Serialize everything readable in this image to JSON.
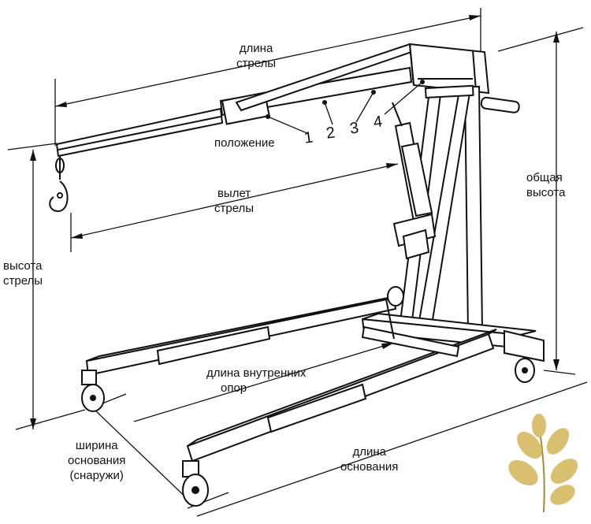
{
  "labels": {
    "boom_length": [
      "длина",
      "стрелы"
    ],
    "position": "положение",
    "positions": [
      "1",
      "2",
      "3",
      "4"
    ],
    "reach": [
      "вылет",
      "стрелы"
    ],
    "total_height": [
      "общая",
      "высота"
    ],
    "boom_height": [
      "высота",
      "стрелы"
    ],
    "inner_legs_length": [
      "длина внутренних",
      "опор"
    ],
    "base_width": [
      "ширина",
      "основания",
      "(снаружи)"
    ],
    "base_length": [
      "длина",
      "основания"
    ]
  },
  "colors": {
    "line": "#111111",
    "leaf": "#d8c070",
    "leaf_vein": "#a88a2a"
  },
  "icons": [
    "hook-icon",
    "leaf-logo-icon"
  ]
}
